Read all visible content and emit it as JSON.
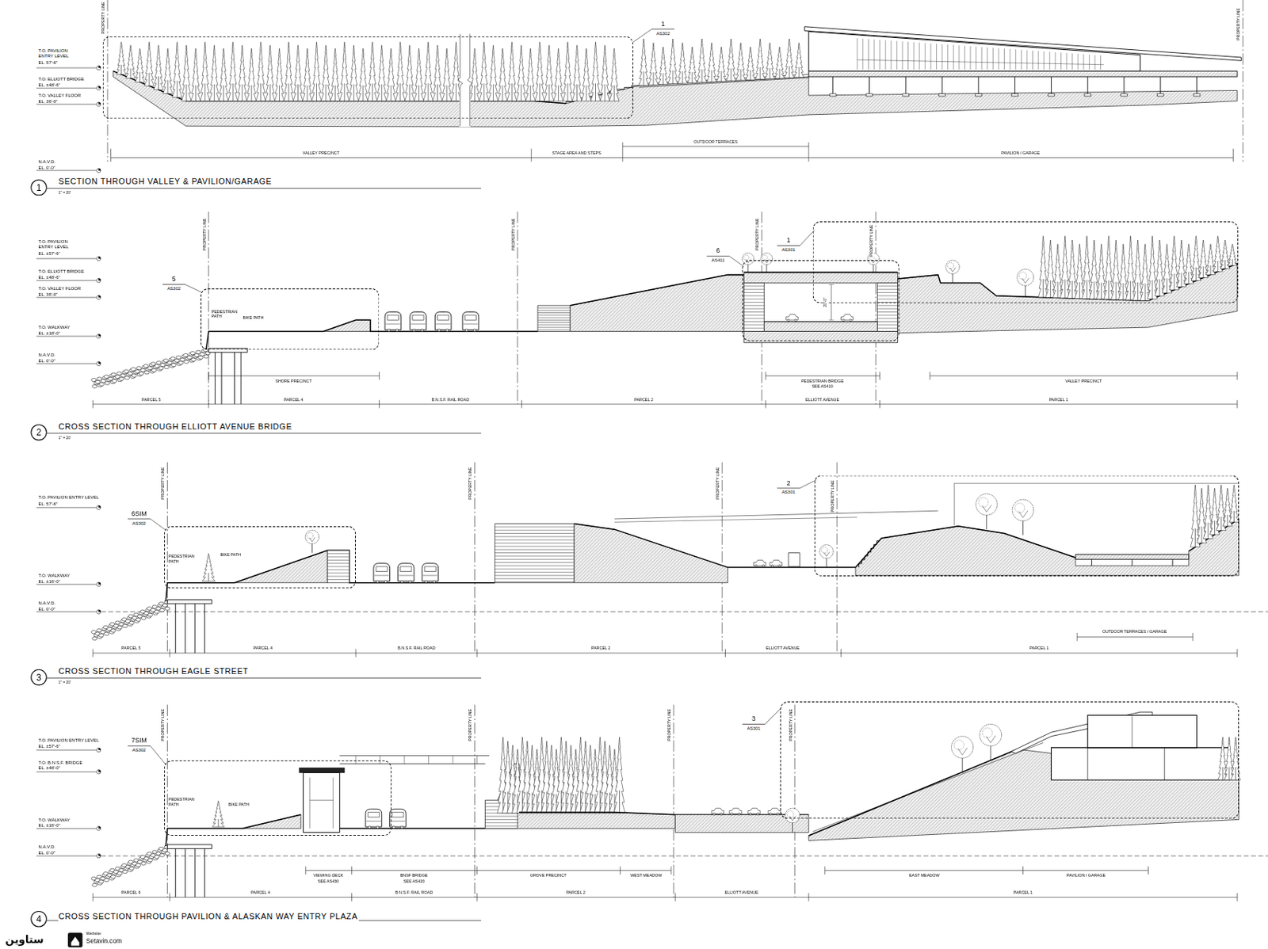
{
  "diagram": {
    "nodes": [
      {
        "text": [
          "1",
          "AS302"
        ]
      },
      {
        "text": [
          "1"
        ]
      },
      {
        "text": [
          "5",
          "AS302"
        ]
      },
      {
        "text": [
          "6",
          "AS411"
        ]
      },
      {
        "text": [
          "1",
          "AS301"
        ]
      },
      {
        "text": [
          "2"
        ]
      },
      {
        "text": [
          "6SIM",
          "AS302"
        ]
      },
      {
        "text": [
          "2",
          "AS301"
        ]
      },
      {
        "text": [
          "3"
        ]
      },
      {
        "text": [
          "7SIM",
          "AS302"
        ]
      },
      {
        "text": [
          "3",
          "AS301"
        ]
      },
      {
        "text": [
          "4"
        ]
      }
    ],
    "labels": [
      "T.O. PAVILION ENTRY LEVEL",
      "EL. 57'-6\"",
      "T.O. ELLIOTT BRIDGE",
      "EL. ±48'-6\"",
      "T.O. VALLEY FLOOR",
      "EL. 36'-0\"",
      "N.A.V.D.",
      "EL. 0'-0\"",
      "PROPERTY LINE",
      "PROPERTY LINE",
      "VALLEY PRECINCT",
      "STAGE AREA AND STEPS",
      "OUTDOOR TERRACES",
      "PAVILION / GARAGE",
      "SECTION THROUGH VALLEY & PAVILION/GARAGE",
      "1\" = 20'",
      "T.O. PAVILION ENTRY LEVEL",
      "EL. ±57'-6\"",
      "T.O. ELLIOTT BRIDGE",
      "EL. ±48'-6\"",
      "T.O. VALLEY FLOOR",
      "EL. 36'-0\"",
      "T.O. WALKWAY",
      "EL. ±18'-0\"",
      "N.A.V.D.",
      "EL. 0'-0\"",
      "PROPERTY LINE",
      "PROPERTY LINE",
      "PROPERTY LINE",
      "PROPERTY LINE",
      "PEDESTRIAN PATH",
      "BIKE PATH",
      "20'-0\"",
      "SHORE PRECINCT",
      "PEDESTRIAN BRIDGE",
      "SEE AS410",
      "VALLEY PRECINCT",
      "PARCEL 5",
      "PARCEL 4",
      "B.N.S.F. RAIL ROAD",
      "PARCEL 2",
      "ELLIOTT AVENUE",
      "PARCEL 1",
      "CROSS SECTION THROUGH ELLIOTT AVENUE BRIDGE",
      "1\" = 20'",
      "T.O. PAVILION ENTRY LEVEL",
      "EL. 57'-6\"",
      "T.O. WALKWAY",
      "EL. ±16'-0\"",
      "N.A.V.D.",
      "EL. 0'-0\"",
      "PROPERTY LINE",
      "PROPERTY LINE",
      "PROPERTY LINE",
      "PROPERTY LINE",
      "PEDESTRIAN PATH",
      "BIKE PATH",
      "OUTDOOR TERRACES / GARAGE",
      "PARCEL 5",
      "PARCEL 4",
      "B.N.S.F. RAIL ROAD",
      "PARCEL 2",
      "ELLIOTT AVENUE",
      "PARCEL 1",
      "CROSS SECTION THROUGH EAGLE STREET",
      "1\" = 20'",
      "T.O. PAVILION ENTRY LEVEL",
      "EL. ±57'-6\"",
      "T.O. B.N.S.F. BRIDGE",
      "EL. ±48'-0\"",
      "T.O. WALKWAY",
      "EL. ±16'-0\"",
      "N.A.V.D.",
      "EL. 0'-0\"",
      "PROPERTY LINE",
      "PROPERTY LINE",
      "PROPERTY LINE",
      "PROPERTY LINE",
      "PEDESTRIAN PATH",
      "BIKE PATH",
      "VIEWING DECK",
      "SEE AS430",
      "BNSF BRIDGE",
      "SEE AS420",
      "GROVE PRECINCT",
      "WEST MEADOW",
      "EAST MEADOW",
      "PAVILION / GARAGE",
      "PARCEL 6",
      "PARCEL 4",
      "B.N.S.F. RAIL ROAD",
      "PARCEL 2",
      "ELLIOTT AVENUE",
      "PARCEL 1",
      "CROSS SECTION THROUGH PAVILION & ALASKAN WAY ENTRY PLAZA",
      "ستاوین",
      "Website:",
      "Setavin.com"
    ]
  }
}
